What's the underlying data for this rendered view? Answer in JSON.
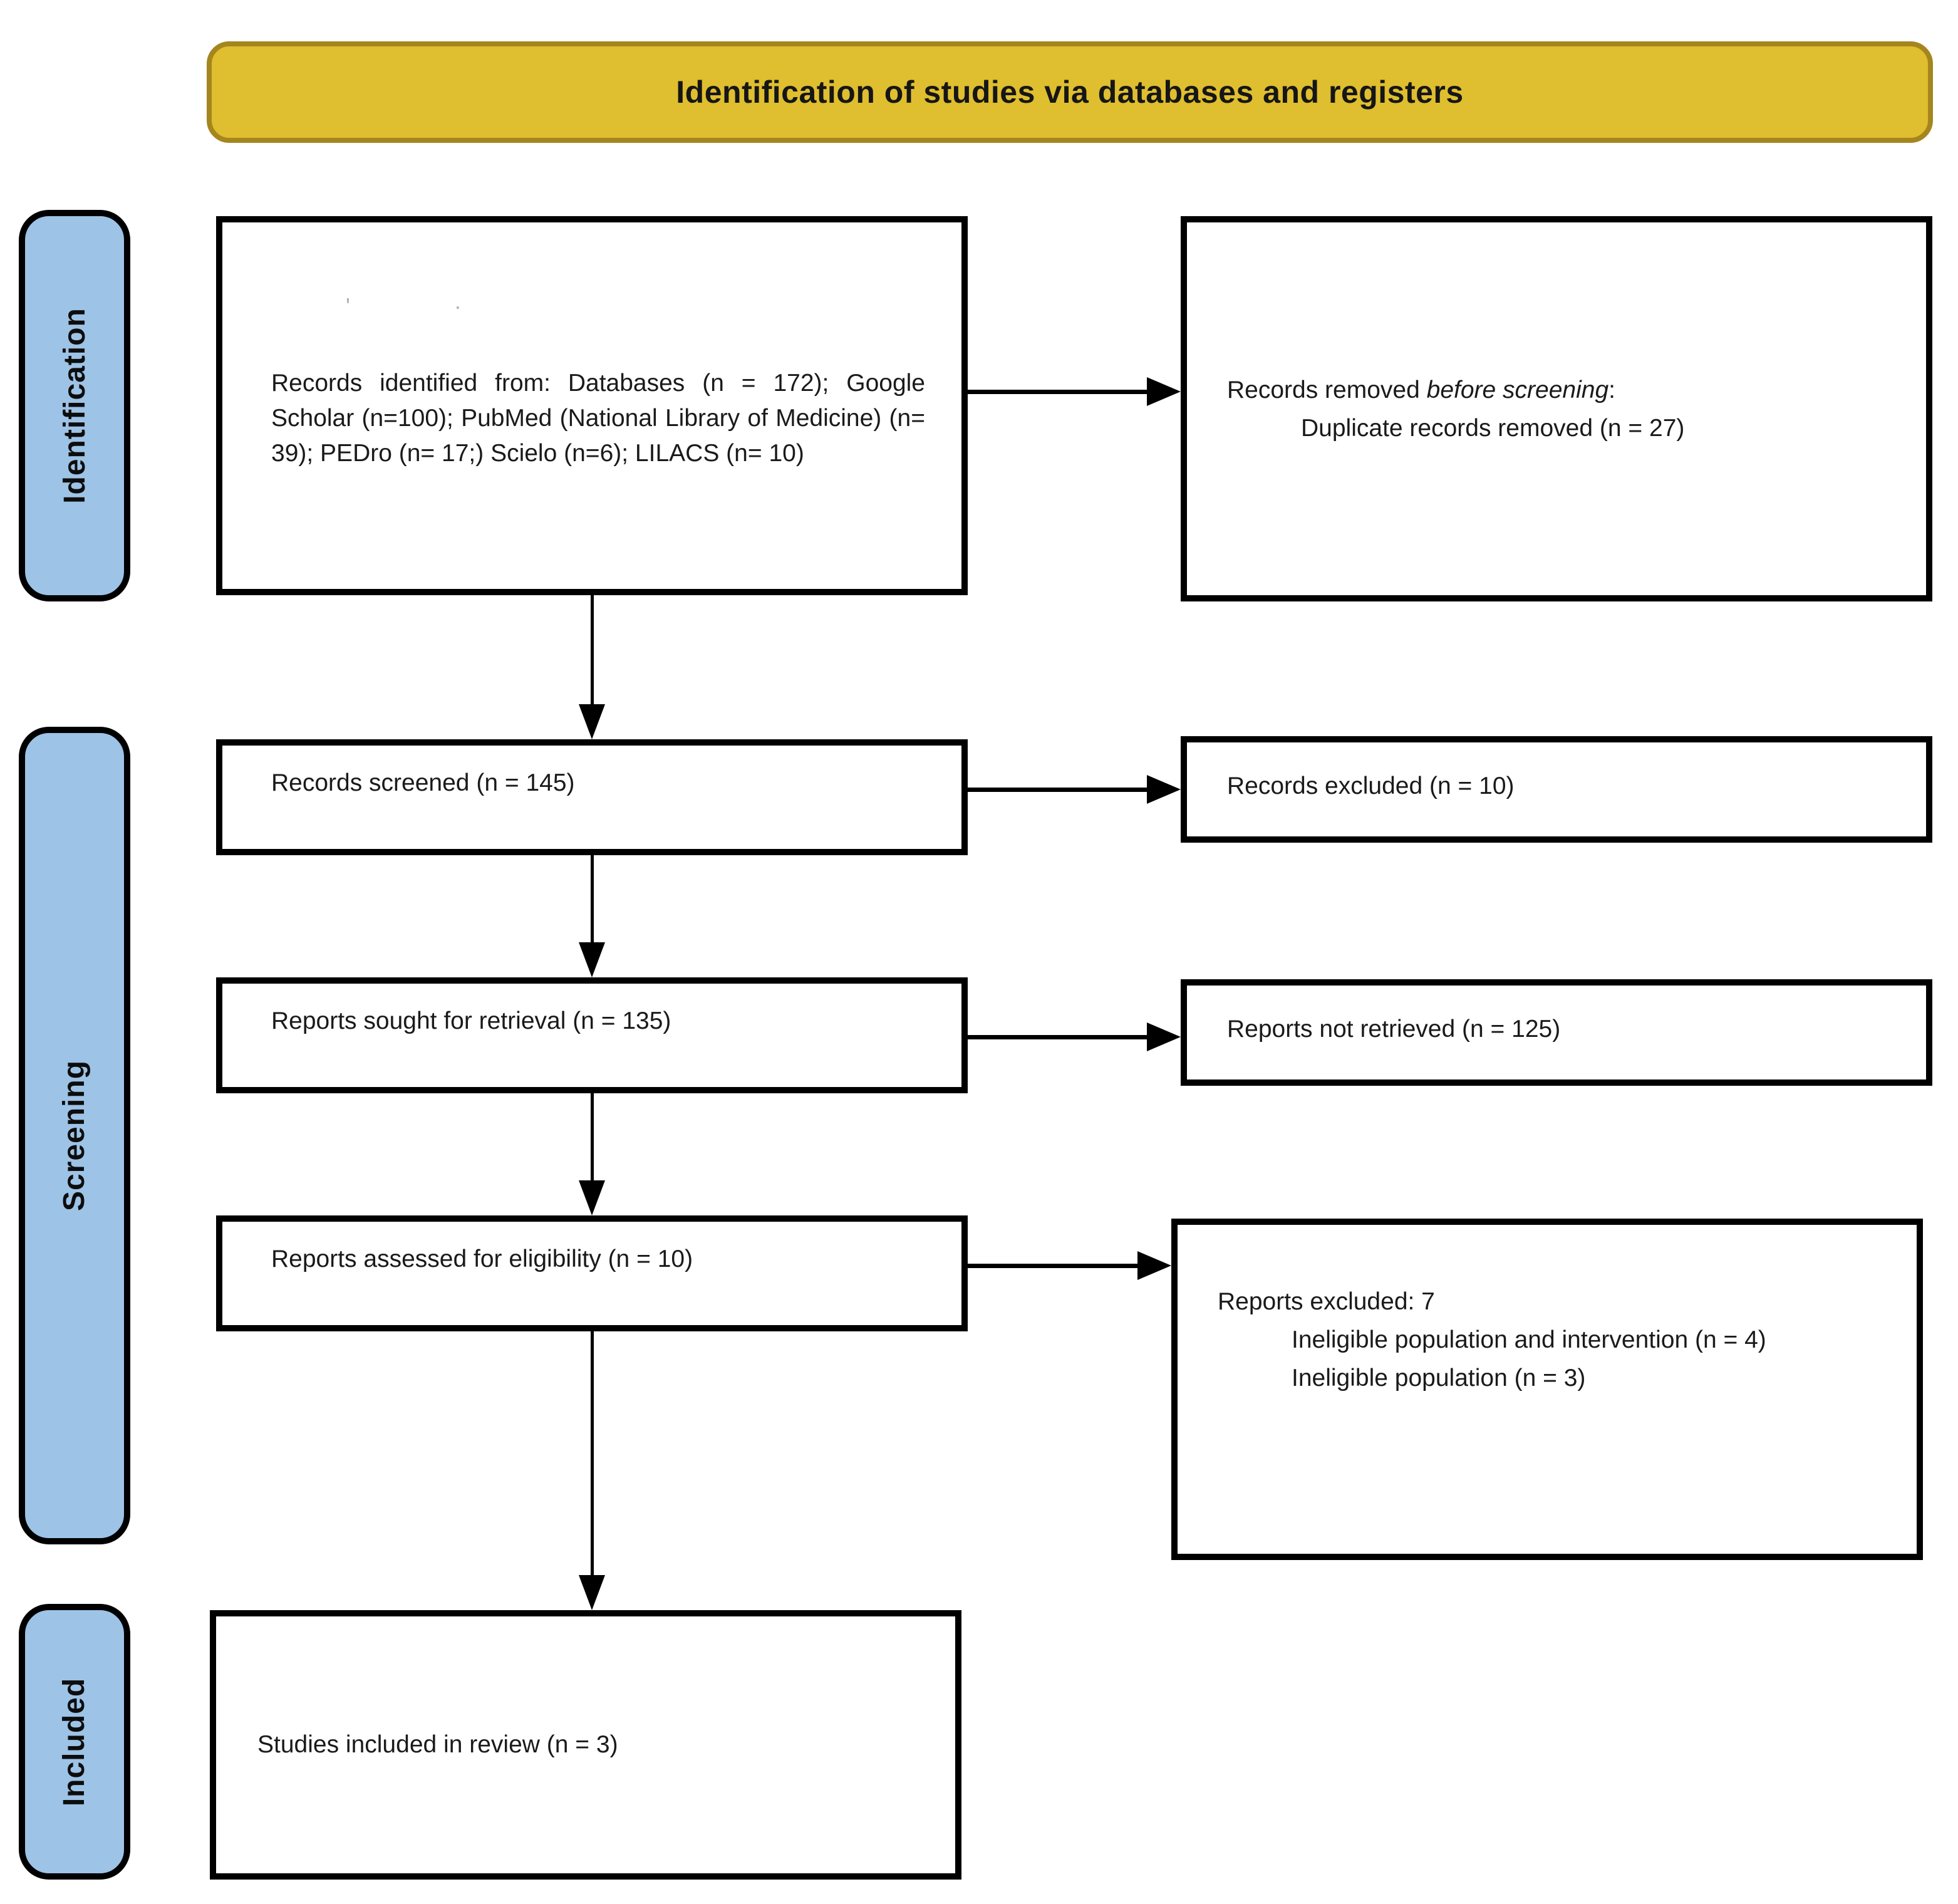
{
  "diagram": {
    "title": "Identification of studies via databases and registers",
    "colors": {
      "banner_fill": "#dfbe2f",
      "banner_border": "#a5851e",
      "label_fill": "#9dc3e6",
      "box_border": "#000000"
    },
    "stages": {
      "identification": "Identification",
      "screening": "Screening",
      "included": "Included"
    },
    "boxes": {
      "records_identified": "Records identified from: Databases (n = 172); Google Scholar (n=100); PubMed (National Library of Medicine) (n= 39); PEDro (n= 17;) Scielo (n=6); LILACS (n= 10)",
      "records_removed_prefix": "Records removed ",
      "records_removed_italic": "before screening",
      "records_removed_suffix": ":",
      "records_removed_detail": "Duplicate records removed (n = 27)",
      "records_screened": "Records screened (n = 145)",
      "records_excluded": "Records excluded (n = 10)",
      "reports_sought": "Reports sought for retrieval (n = 135)",
      "reports_not_retrieved": "Reports not retrieved (n = 125)",
      "reports_assessed": "Reports assessed for eligibility (n = 10)",
      "reports_excluded_title": "Reports excluded: 7",
      "reports_excluded_reasons": [
        "Ineligible population and intervention (n = 4)",
        "Ineligible population (n = 3)"
      ],
      "studies_included": "Studies included in review (n = 3)"
    },
    "artifact_marks": "' ·"
  }
}
